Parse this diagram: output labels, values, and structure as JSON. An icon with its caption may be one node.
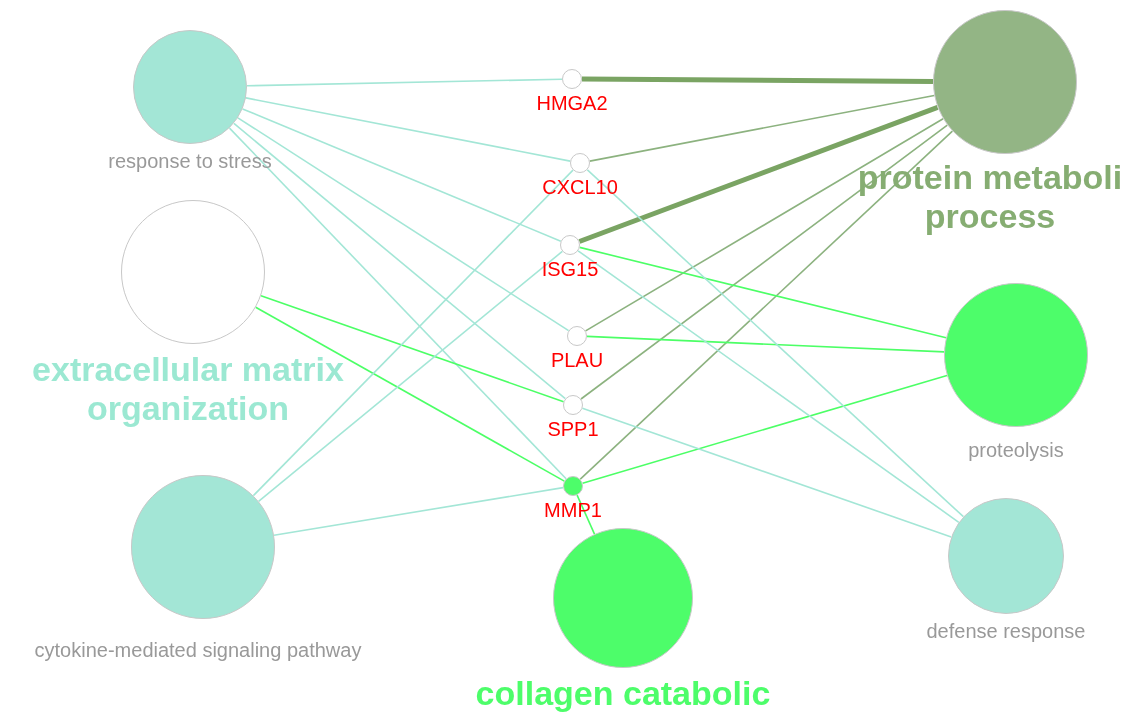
{
  "diagram": {
    "nodes": [
      {
        "text": [
          "response to stress"
        ]
      },
      {
        "text": [
          "HMGA2"
        ]
      },
      {
        "text": [
          "protein metaboli process"
        ]
      },
      {
        "text": [
          "CXCL10"
        ]
      },
      {
        "text": [
          "ISG15"
        ]
      },
      {
        "text": [
          "extracellular matrix organization"
        ]
      },
      {
        "text": [
          "PLAU"
        ]
      },
      {
        "text": [
          "proteolysis"
        ]
      },
      {
        "text": [
          "SPP1"
        ]
      },
      {
        "text": [
          "MMP1"
        ]
      },
      {
        "text": [
          "cytokine-mediated signaling pathway"
        ]
      },
      {
        "text": [
          "defense response"
        ]
      },
      {
        "text": [
          "collagen catabolic"
        ]
      }
    ],
    "edges": [
      {
        "from": 0,
        "to": 1,
        "arrow": "none"
      },
      {
        "from": 0,
        "to": 3,
        "arrow": "none"
      },
      {
        "from": 0,
        "to": 4,
        "arrow": "none"
      },
      {
        "from": 0,
        "to": 6,
        "arrow": "none"
      },
      {
        "from": 0,
        "to": 8,
        "arrow": "none"
      },
      {
        "from": 0,
        "to": 9,
        "arrow": "none"
      },
      {
        "from": 5,
        "to": 8,
        "arrow": "none",
        "color": "#4cff66"
      },
      {
        "from": 5,
        "to": 9,
        "arrow": "none",
        "color": "#4cff66"
      },
      {
        "from": 10,
        "to": 3,
        "arrow": "none"
      },
      {
        "from": 10,
        "to": 4,
        "arrow": "none"
      },
      {
        "from": 10,
        "to": 9,
        "arrow": "none"
      },
      {
        "from": 2,
        "to": 1,
        "arrow": "none",
        "style": "thick",
        "color": "#7aa463"
      },
      {
        "from": 2,
        "to": 3,
        "arrow": "none",
        "color": "#8cb27f"
      },
      {
        "from": 2,
        "to": 4,
        "arrow": "none",
        "style": "thick",
        "color": "#7aa463"
      },
      {
        "from": 2,
        "to": 6,
        "arrow": "none",
        "color": "#8cb27f"
      },
      {
        "from": 2,
        "to": 8,
        "arrow": "none",
        "color": "#8cb27f"
      },
      {
        "from": 2,
        "to": 9,
        "arrow": "none",
        "color": "#8cb27f"
      },
      {
        "from": 7,
        "to": 4,
        "arrow": "none",
        "color": "#4cff66"
      },
      {
        "from": 7,
        "to": 6,
        "arrow": "none",
        "color": "#4cff66"
      },
      {
        "from": 7,
        "to": 9,
        "arrow": "none",
        "color": "#4cff66"
      },
      {
        "from": 11,
        "to": 3,
        "arrow": "none"
      },
      {
        "from": 11,
        "to": 4,
        "arrow": "none"
      },
      {
        "from": 11,
        "to": 8,
        "arrow": "none"
      },
      {
        "from": 12,
        "to": 9,
        "arrow": "none",
        "color": "#4cff66"
      }
    ]
  }
}
